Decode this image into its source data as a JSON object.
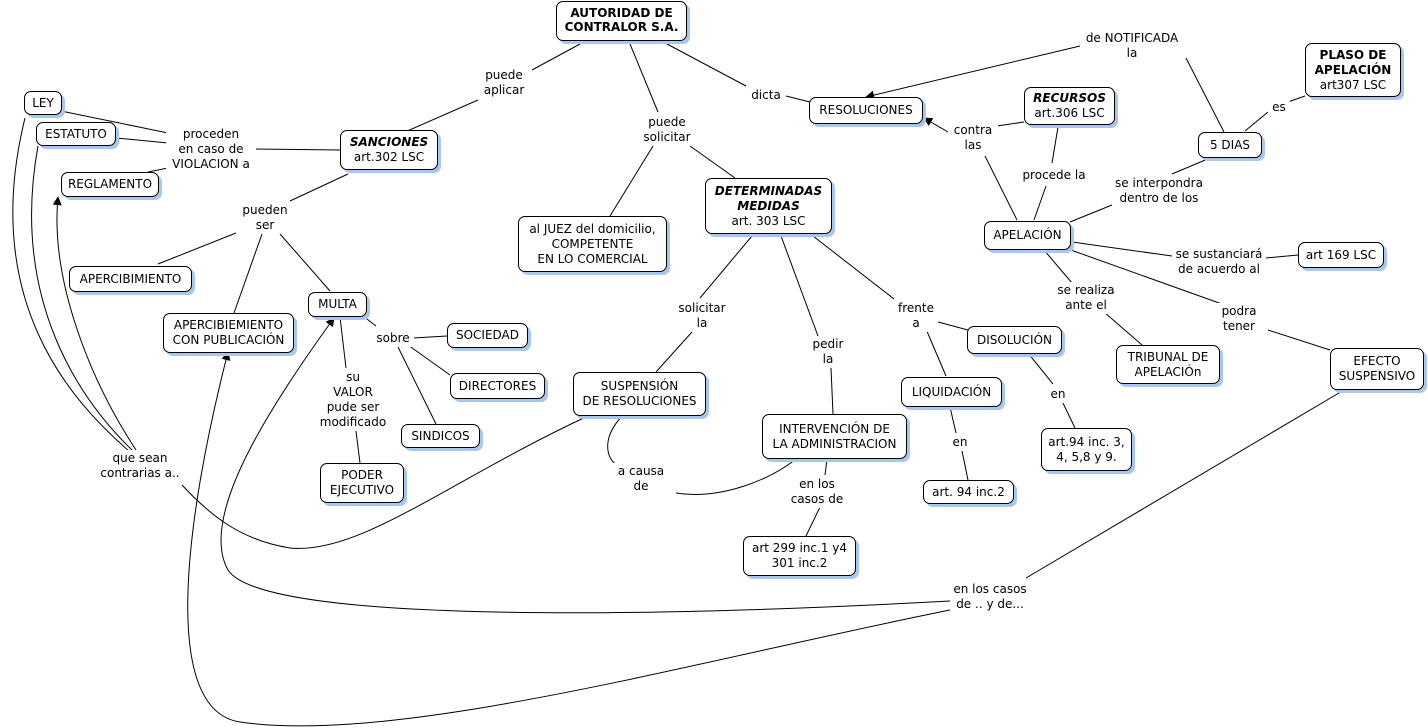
{
  "concept_map": {
    "concepts": {
      "autoridad": {
        "lines": [
          "AUTORIDAD DE",
          "CONTRALOR S.A."
        ]
      },
      "resoluciones": {
        "text": "RESOLUCIONES"
      },
      "sanciones": {
        "title": "SANCIONES",
        "sub": "art.302 LSC"
      },
      "juez": {
        "text": "al JUEZ del domicilio,\nCOMPETENTE\nEN LO COMERCIAL"
      },
      "determinadas": {
        "title": "DETERMINADAS\nMEDIDAS",
        "sub": "art. 303 LSC"
      },
      "recursos": {
        "title": "RECURSOS",
        "sub": "art.306 LSC"
      },
      "plaso": {
        "title": "PLASO DE\nAPELACIÓN",
        "sub": "art307 LSC"
      },
      "cinco_dias": {
        "text": "5 DIAS"
      },
      "ley": {
        "text": "LEY"
      },
      "estatuto": {
        "text": "ESTATUTO"
      },
      "reglamento": {
        "text": "REGLAMENTO"
      },
      "apercibimiento": {
        "text": "APERCIBIMIENTO"
      },
      "aperc_pub": {
        "text": "APERCIBIEMIENTO\nCON PUBLICACIÓN"
      },
      "multa": {
        "text": "MULTA"
      },
      "sociedad": {
        "text": "SOCIEDAD"
      },
      "directores": {
        "text": "DIRECTORES"
      },
      "sindicos": {
        "text": "SINDICOS"
      },
      "poder": {
        "text": "PODER\nEJECUTIVO"
      },
      "suspension": {
        "text": "SUSPENSIÓN\nDE RESOLUCIONES"
      },
      "intervencion": {
        "text": "INTERVENCIÓN DE\nLA ADMINISTRACION"
      },
      "art299": {
        "text": "art 299 inc.1 y4\n301 inc.2"
      },
      "disolucion": {
        "text": "DISOLUCIÓN"
      },
      "liquidacion": {
        "text": "LIQUIDACIÓN"
      },
      "art94inc2": {
        "text": "art. 94 inc.2"
      },
      "art94inc3": {
        "text": "art.94 inc. 3,\n4, 5,8 y 9."
      },
      "apelacion": {
        "text": "APELACIÓN"
      },
      "art169": {
        "text": "art 169 LSC"
      },
      "tribunal": {
        "text": "TRIBUNAL DE\nAPELACIÓn"
      },
      "efecto": {
        "text": "EFECTO\nSUSPENSIVO"
      }
    },
    "linking_phrases": {
      "puede_aplicar": "puede\naplicar",
      "puede_solicitar": "puede\nsolicitar",
      "dicta": "dicta",
      "de_notificada": "de NOTIFICADA\nla",
      "es": "es",
      "contra_las": "contra\nlas",
      "procede_la": "procede la",
      "se_interpondra": "se interpondra\ndentro de los",
      "se_sustanciara": "se sustanciará\nde acuerdo al",
      "se_realiza": "se realiza\nante el",
      "podra_tener": "podra\ntener",
      "proceden": "proceden\nen caso de\nVIOLACION a",
      "pueden_ser": "pueden\nser",
      "sobre": "sobre",
      "su_valor": "su\nVALOR\npude ser\nmodificado",
      "que_sean": "que sean\ncontrarias a..",
      "solicitar_la": "solicitar\nla",
      "pedir_la": "pedir\nla",
      "frente_a": "frente\na",
      "en_disolucion": "en",
      "en_liquidacion": "en",
      "a_causa_de": "a causa\nde",
      "en_los_casos_de": "en los\ncasos de",
      "en_los_casos_y_de": "en los casos\nde .. y de..."
    },
    "colors": {
      "line": "#000000",
      "node_shadow": "#a9c6ee",
      "background": "#ffffff"
    }
  }
}
